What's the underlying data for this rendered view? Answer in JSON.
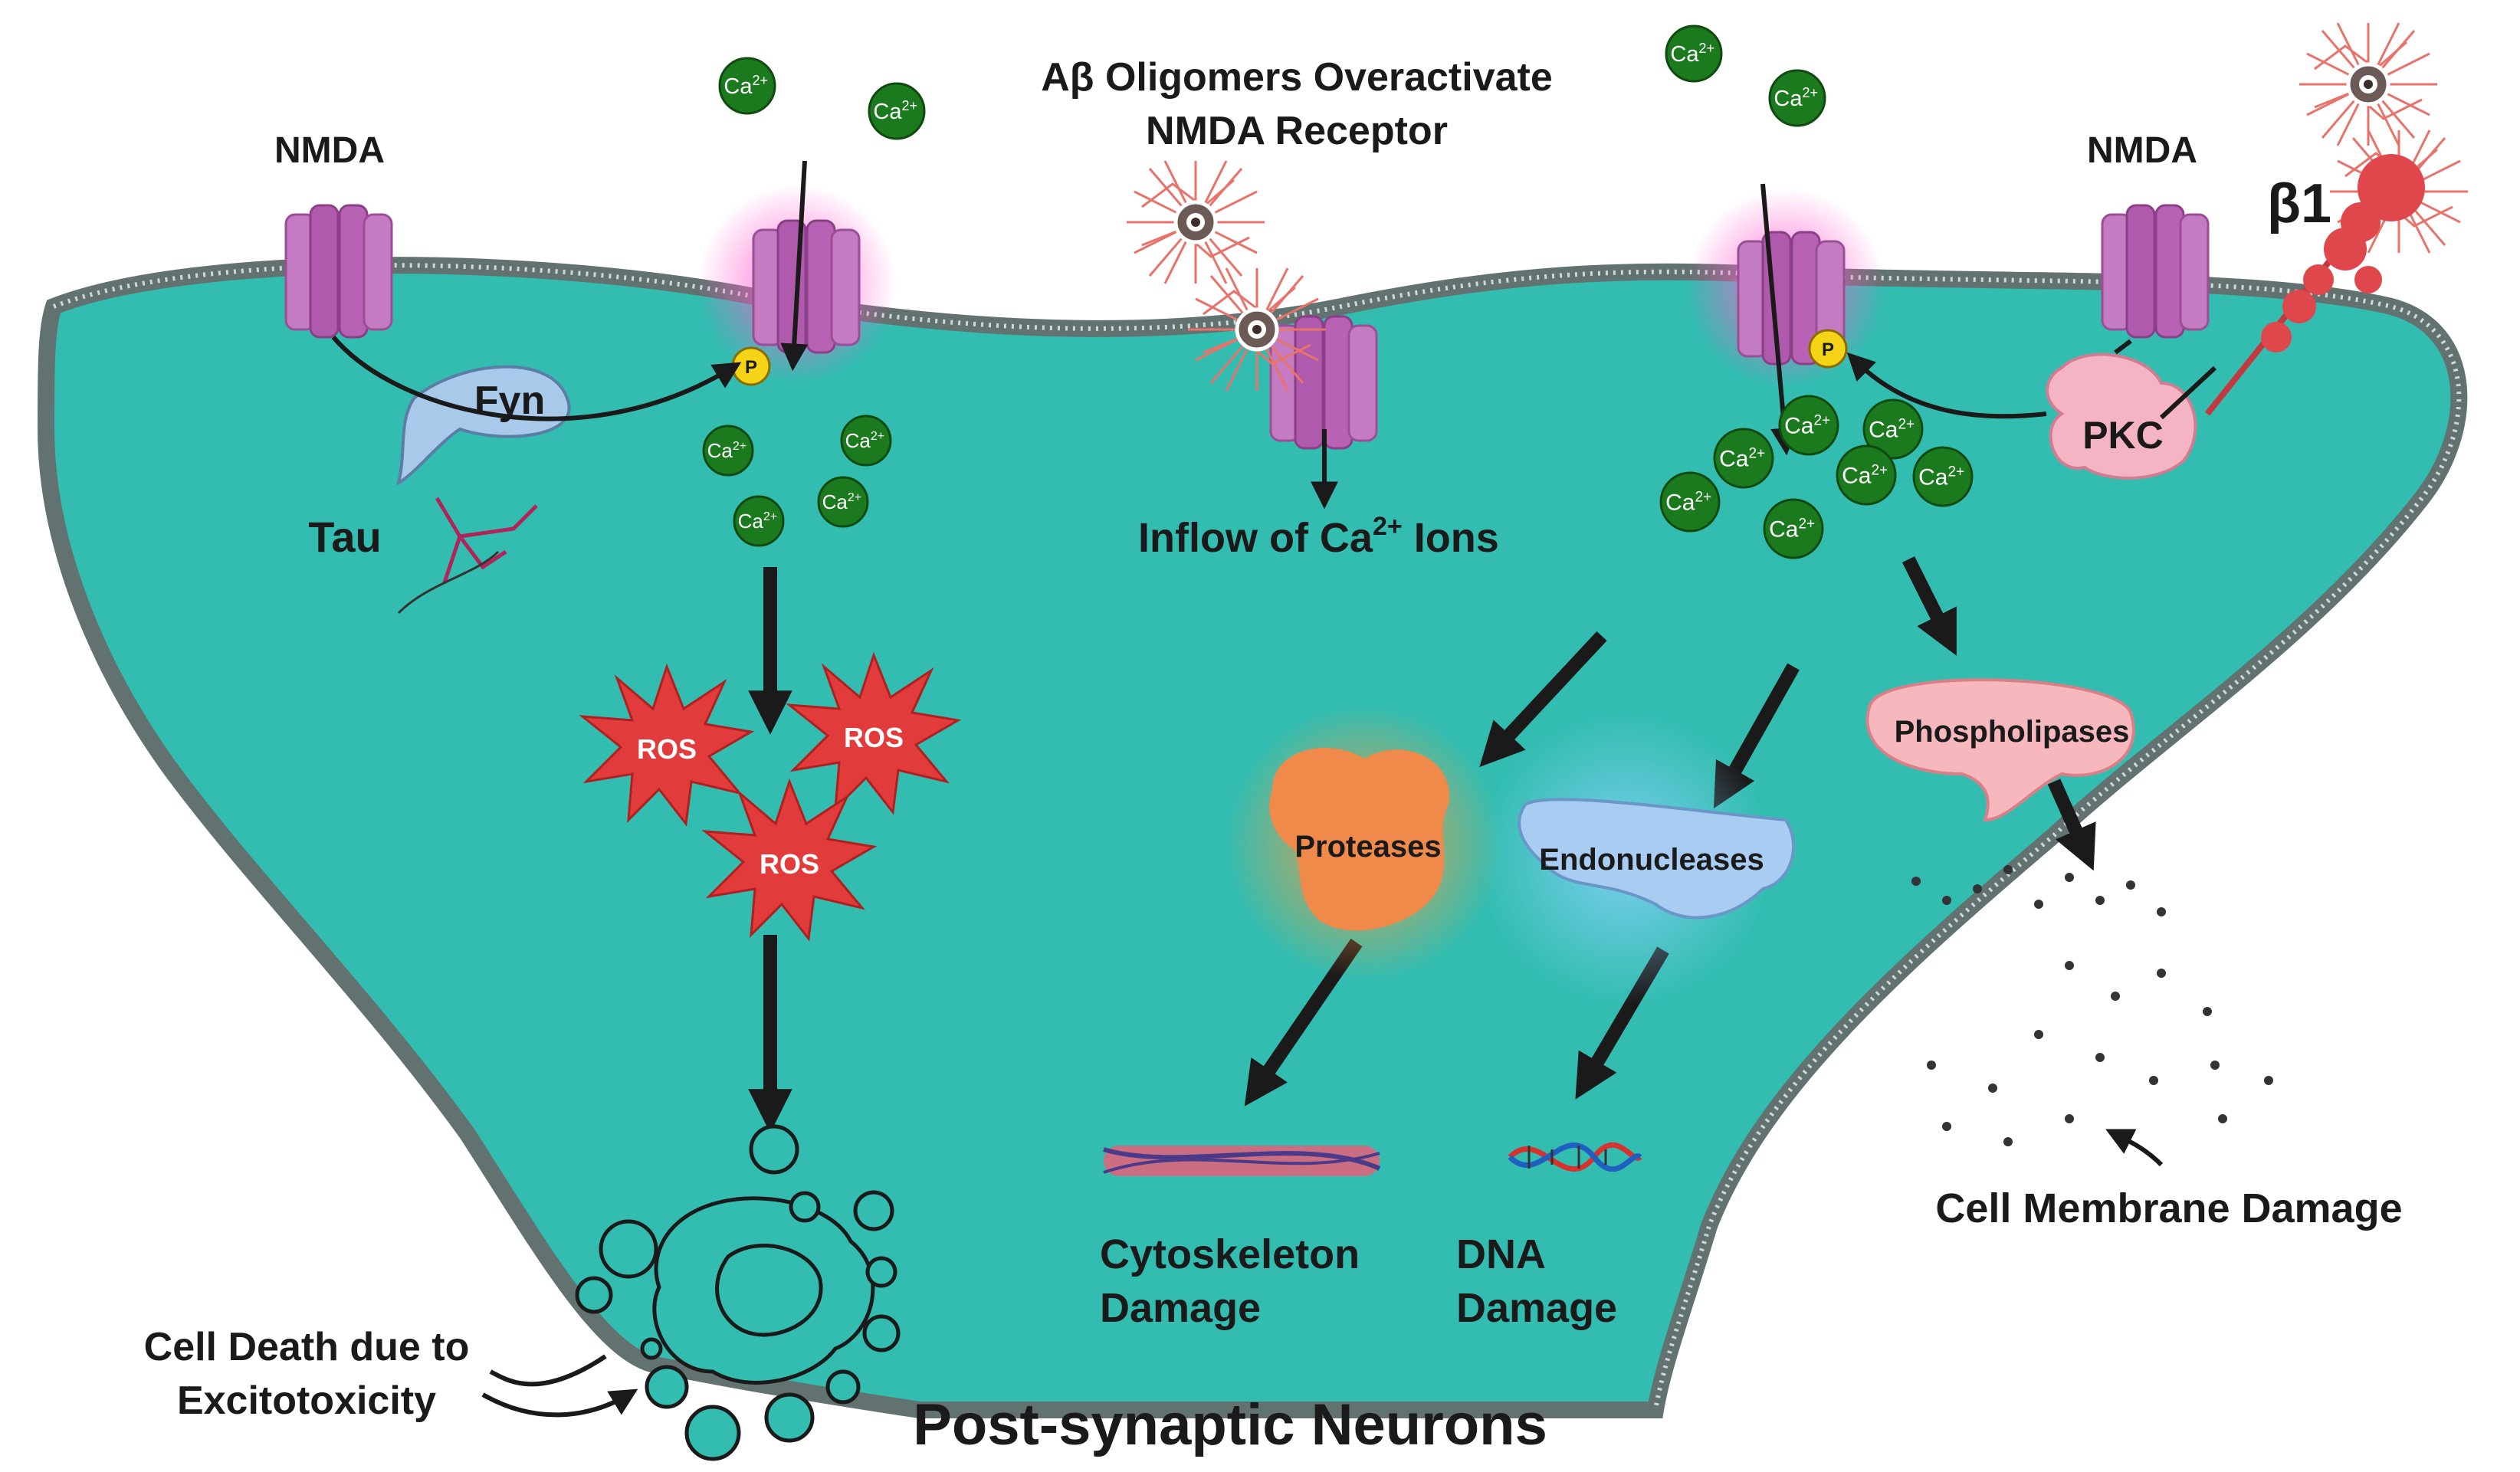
{
  "title": "Aβ Oligomers Overactivate NMDA Receptor",
  "title_line1": "Aβ Oligomers Overactivate",
  "title_line2": "NMDA Receptor",
  "labels": {
    "nmda_left": "NMDA",
    "nmda_right": "NMDA",
    "beta1": "β1",
    "fyn": "Fyn",
    "tau": "Tau",
    "pkc": "PKC",
    "phospho": "P",
    "ros": "ROS",
    "inflow_prefix": "Inflow of Ca",
    "inflow_sup": "2+",
    "inflow_suffix": " Ions",
    "ion_base": "Ca",
    "ion_sup": "2+",
    "proteases": "Proteases",
    "endonucleases": "Endonucleases",
    "phospholipases": "Phospholipases",
    "cytoskeleton_1": "Cytoskeleton",
    "cytoskeleton_2": "Damage",
    "dna_1": "DNA",
    "dna_2": "Damage",
    "membrane_damage": "Cell Membrane Damage",
    "cell_death_1": "Cell Death due to",
    "cell_death_2": "Excitotoxicity",
    "neurons": "Post-synaptic Neurons"
  },
  "colors": {
    "cytoplasm": "#33bdb1",
    "membrane": "#6f7f7d",
    "receptor": "#c879c4",
    "ion": "#1c7a1e",
    "ros": "#e23b3b",
    "protease": "#f08a4b",
    "endonuclease": "#a9cdf2",
    "phospholipase": "#f7b8bd",
    "pkc": "#f5b4c4",
    "fyn": "#a8c9ea",
    "beta1": "#e0474c",
    "phospho_dot": "#f5d316"
  },
  "icons": [
    "nmda-receptor-icon",
    "calcium-ion-icon",
    "ros-burst-icon",
    "amyloid-oligomer-icon",
    "dna-helix-icon",
    "cytoskeleton-filament-icon",
    "dying-cell-icon",
    "lipid-fragment-icon"
  ]
}
